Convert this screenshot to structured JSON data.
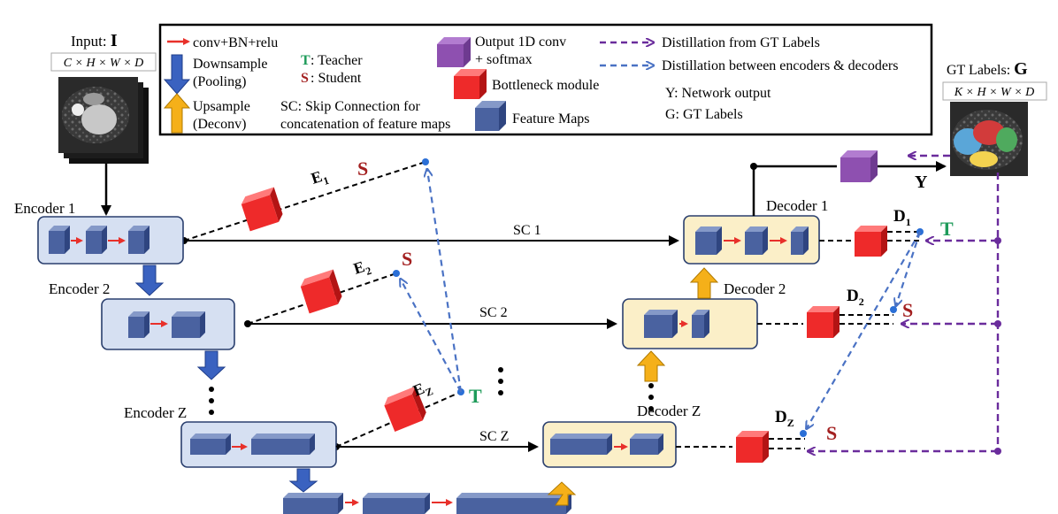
{
  "legend": {
    "conv": "conv+BN+relu",
    "down_1": "Downsample",
    "down_2": "(Pooling)",
    "up_1": "Upsample",
    "up_2": "(Deconv)",
    "teacher_letter": "T",
    "teacher_text": ": Teacher",
    "student_letter": "S",
    "student_text": ": Student",
    "sc_1": "SC: Skip Connection for",
    "sc_2": "concatenation of feature maps",
    "output_1": "Output 1D conv",
    "output_2": "+ softmax",
    "bottleneck": "Bottleneck module",
    "feature_maps": "Feature Maps",
    "distill_gt": "Distillation from GT Labels",
    "distill_ed": "Distillation between encoders & decoders",
    "y_def": "Y: Network output",
    "g_def": "G: GT Labels"
  },
  "input": {
    "label": "Input: ",
    "symbol": "I",
    "dims": "C × H × W × D"
  },
  "gt": {
    "label": "GT Labels: ",
    "symbol": "G",
    "dims": "K × H × W × D"
  },
  "encoders": [
    "Encoder 1",
    "Encoder 2",
    "Encoder Z"
  ],
  "decoders": [
    "Decoder 1",
    "Decoder 2",
    "Decoder Z"
  ],
  "skips": [
    "SC 1",
    "SC 2",
    "SC Z"
  ],
  "enc_tags": [
    {
      "main": "E",
      "sub": "1",
      "role": "S"
    },
    {
      "main": "E",
      "sub": "2",
      "role": "S"
    },
    {
      "main": "E",
      "sub": "Z",
      "role": "T"
    }
  ],
  "dec_tags": [
    {
      "main": "D",
      "sub": "1",
      "role": "T"
    },
    {
      "main": "D",
      "sub": "2",
      "role": "S"
    },
    {
      "main": "D",
      "sub": "Z",
      "role": "S"
    }
  ],
  "output_symbol": "Y",
  "colors": {
    "teacher": "#1e9b5a",
    "student": "#a32020",
    "conv_arrow": "#e8302a",
    "feature_map": "#4a62a0",
    "bottleneck": "#ee2a2a",
    "output": "#8e50b0",
    "encoder_box": "#d6e0f2",
    "decoder_box": "#fbefc8",
    "gt_distill": "#6a2c9c",
    "ed_distill": "#4a72c4",
    "downsample": "#3a62c0",
    "upsample": "#f5b019"
  }
}
